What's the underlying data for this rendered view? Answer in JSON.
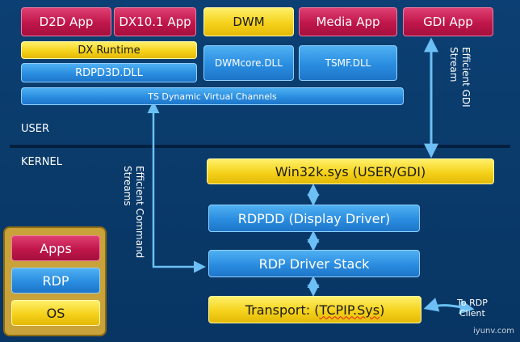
{
  "user_mode": {
    "apps": [
      "D2D App",
      "DX10.1 App",
      "DWM",
      "Media App",
      "GDI App"
    ],
    "dx_runtime": "DX Runtime",
    "rdpd3d_dll": "RDPD3D.DLL",
    "dwmcore_dll": "DWMcore.DLL",
    "tsmf_dll": "TSMF.DLL",
    "ts_channels": "TS Dynamic Virtual Channels",
    "user_label": "USER"
  },
  "kernel_mode": {
    "kernel_label": "KERNEL",
    "win32k": "Win32k.sys (USER/GDI)",
    "rdpdd": "RDPDD (Display Driver)",
    "rdp_driver_stack": "RDP Driver Stack",
    "transport_prefix": "Transport: (",
    "transport_name": "TCPIP.Sys",
    "transport_suffix": ")"
  },
  "annotations": {
    "efficient_gdi_line1": "Efficient GDI",
    "efficient_gdi_line2": "Stream",
    "efficient_cmd_line1": "Efficient Command",
    "efficient_cmd_line2": "Streams",
    "to_rdp_line1": "To RDP",
    "to_rdp_line2": "Client"
  },
  "legend": {
    "items": [
      "Apps",
      "RDP",
      "OS"
    ]
  },
  "watermark": "iyunv.com",
  "colors": {
    "background": "#0b3d6e",
    "apps": "#c0164a",
    "rdp": "#2a8de0",
    "os": "#f5d21b",
    "arrow": "#4fb0f2",
    "legend_frame": "#b99016"
  }
}
